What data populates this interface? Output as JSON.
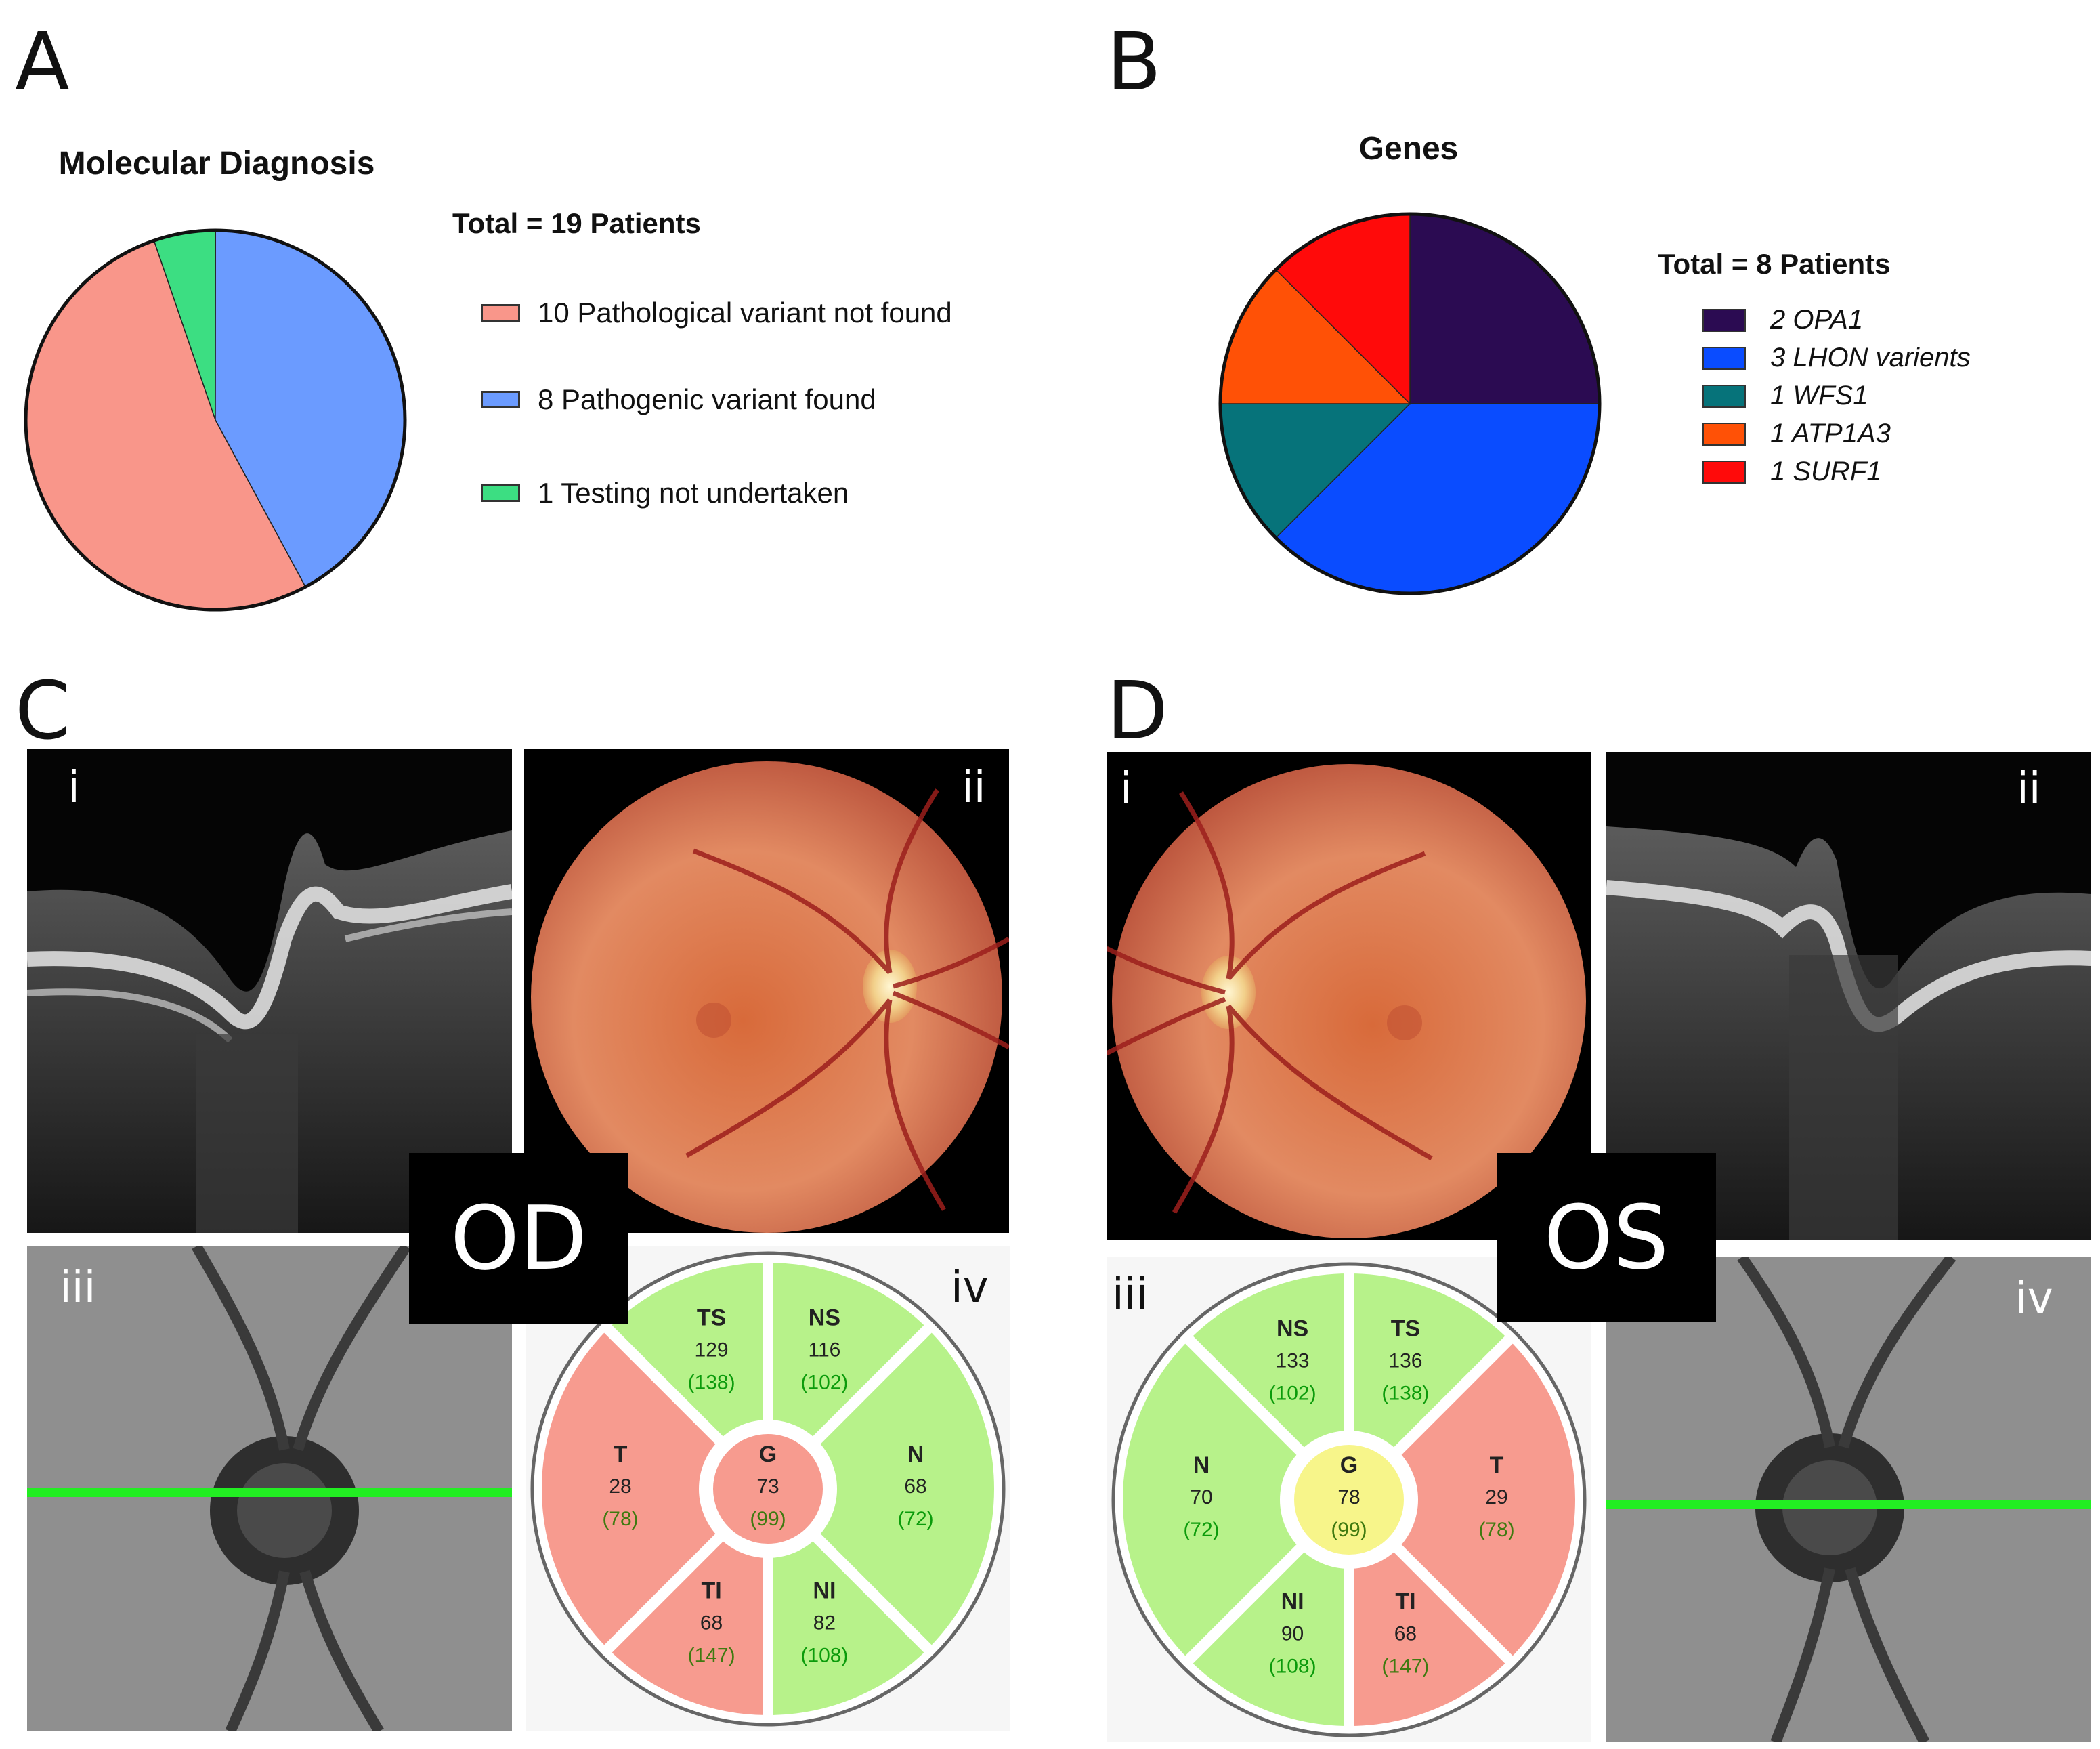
{
  "panels": {
    "A": "A",
    "B": "B",
    "C": "C",
    "D": "D"
  },
  "colors": {
    "salmon": "#f9968a",
    "blue": "#6b9bff",
    "green": "#3cde82",
    "purple": "#2b0b52",
    "royal": "#0a4cff",
    "teal": "#06737a",
    "orange": "#ff5106",
    "red": "#ff0a0a",
    "sector_green": "#b7f28a",
    "sector_red": "#f79b8f",
    "sector_yellow": "#f7f58a"
  },
  "chart_data": [
    {
      "type": "pie",
      "title": "Molecular Diagnosis",
      "total_label": "Total = 19 Patients",
      "slices": [
        {
          "label": "10 Pathological variant not found",
          "value": 10,
          "color": "#f9968a"
        },
        {
          "label": "8 Pathogenic variant found",
          "value": 8,
          "color": "#6b9bff"
        },
        {
          "label": "1 Testing not undertaken",
          "value": 1,
          "color": "#3cde82"
        }
      ]
    },
    {
      "type": "pie",
      "title": "Genes",
      "total_label": "Total = 8 Patients",
      "slices": [
        {
          "label": "2 OPA1",
          "value": 2,
          "color": "#2b0b52"
        },
        {
          "label": "3 LHON varients",
          "value": 3,
          "color": "#0a4cff"
        },
        {
          "label": "1 WFS1",
          "value": 1,
          "color": "#06737a"
        },
        {
          "label": "1 ATP1A3",
          "value": 1,
          "color": "#ff5106"
        },
        {
          "label": "1 SURF1",
          "value": 1,
          "color": "#ff0a0a"
        }
      ]
    }
  ],
  "panel_c": {
    "eye": "OD",
    "labels": {
      "i": "i",
      "ii": "ii",
      "iii": "iii",
      "iv": "iv"
    },
    "rnfl": {
      "sectors": {
        "TS": {
          "name": "TS",
          "value": "129",
          "ref": "(138)",
          "status": "green"
        },
        "NS": {
          "name": "NS",
          "value": "116",
          "ref": "(102)",
          "status": "green"
        },
        "N": {
          "name": "N",
          "value": "68",
          "ref": "(72)",
          "status": "green"
        },
        "NI": {
          "name": "NI",
          "value": "82",
          "ref": "(108)",
          "status": "green"
        },
        "TI": {
          "name": "TI",
          "value": "68",
          "ref": "(147)",
          "status": "red"
        },
        "T": {
          "name": "T",
          "value": "28",
          "ref": "(78)",
          "status": "red"
        },
        "G": {
          "name": "G",
          "value": "73",
          "ref": "(99)",
          "status": "red"
        }
      }
    }
  },
  "panel_d": {
    "eye": "OS",
    "labels": {
      "i": "i",
      "ii": "ii",
      "iii": "iii",
      "iv": "iv"
    },
    "rnfl": {
      "sectors": {
        "NS": {
          "name": "NS",
          "value": "133",
          "ref": "(102)",
          "status": "green"
        },
        "TS": {
          "name": "TS",
          "value": "136",
          "ref": "(138)",
          "status": "green"
        },
        "T": {
          "name": "T",
          "value": "29",
          "ref": "(78)",
          "status": "red"
        },
        "TI": {
          "name": "TI",
          "value": "68",
          "ref": "(147)",
          "status": "red"
        },
        "NI": {
          "name": "NI",
          "value": "90",
          "ref": "(108)",
          "status": "green"
        },
        "N": {
          "name": "N",
          "value": "70",
          "ref": "(72)",
          "status": "green"
        },
        "G": {
          "name": "G",
          "value": "78",
          "ref": "(99)",
          "status": "yellow"
        }
      }
    }
  }
}
